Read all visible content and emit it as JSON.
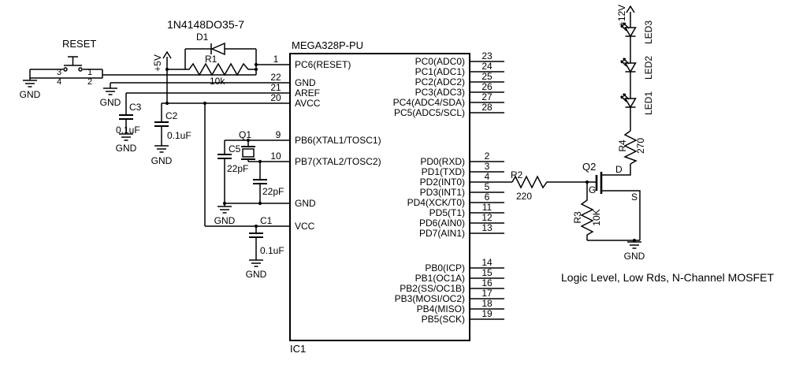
{
  "ic": {
    "title": "MEGA328P-PU",
    "designator": "IC1",
    "left_pins": [
      {
        "num": "1",
        "label": "PC6(RESET)"
      },
      {
        "num": "22",
        "label": "GND"
      },
      {
        "num": "21",
        "label": "AREF"
      },
      {
        "num": "20",
        "label": "AVCC"
      },
      {
        "num": "9",
        "label": "PB6(XTAL1/TOSC1)"
      },
      {
        "num": "10",
        "label": "PB7(XTAL2/TOSC2)"
      },
      {
        "num": "",
        "label": "GND"
      },
      {
        "num": "",
        "label": "VCC"
      }
    ],
    "right_pins": [
      {
        "num": "23",
        "label": "PC0(ADC0)"
      },
      {
        "num": "24",
        "label": "PC1(ADC1)"
      },
      {
        "num": "25",
        "label": "PC2(ADC2)"
      },
      {
        "num": "26",
        "label": "PC3(ADC3)"
      },
      {
        "num": "27",
        "label": "PC4(ADC4/SDA)"
      },
      {
        "num": "28",
        "label": "PC5(ADC5/SCL)"
      },
      {
        "num": "2",
        "label": "PD0(RXD)"
      },
      {
        "num": "3",
        "label": "PD1(TXD)"
      },
      {
        "num": "4",
        "label": "PD2(INT0)"
      },
      {
        "num": "5",
        "label": "PD3(INT1)"
      },
      {
        "num": "6",
        "label": "PD4(XCK/T0)"
      },
      {
        "num": "11",
        "label": "PD5(T1)"
      },
      {
        "num": "12",
        "label": "PD6(AIN0)"
      },
      {
        "num": "13",
        "label": "PD7(AIN1)"
      },
      {
        "num": "14",
        "label": "PB0(ICP)"
      },
      {
        "num": "15",
        "label": "PB1(OC1A)"
      },
      {
        "num": "16",
        "label": "PB2(SS/OC1B)"
      },
      {
        "num": "17",
        "label": "PB3(MOSI/OC2)"
      },
      {
        "num": "18",
        "label": "PB4(MISO)"
      },
      {
        "num": "19",
        "label": "PB5(SCK)"
      }
    ]
  },
  "reset": {
    "label": "RESET",
    "pin1": "1",
    "pin2": "2",
    "pin3": "3",
    "pin4": "4"
  },
  "d1": {
    "designator": "D1",
    "part": "1N4148DO35-7"
  },
  "r1": {
    "designator": "R1",
    "value": "10k"
  },
  "r2": {
    "designator": "R2",
    "value": "220"
  },
  "r3": {
    "designator": "R3",
    "value": "10K"
  },
  "r4": {
    "designator": "R4",
    "value": "270"
  },
  "c1": {
    "designator": "C1",
    "value": "0.1uF"
  },
  "c2": {
    "designator": "C2",
    "value": "0.1uF"
  },
  "c3": {
    "designator": "C3",
    "value": "0.1uF"
  },
  "c4": {
    "value": "22pF"
  },
  "c5": {
    "designator": "C5",
    "value": "22pF"
  },
  "q1": {
    "designator": "Q1"
  },
  "q2": {
    "designator": "Q2",
    "gate": "G",
    "drain": "D",
    "source": "S"
  },
  "leds": {
    "led1": "LED1",
    "led2": "LED2",
    "led3": "LED3"
  },
  "power": {
    "v5": "+5V",
    "v12": "+12V",
    "gnd": "GND"
  },
  "note": "Logic Level, Low Rds, N-Channel MOSFET",
  "colors": {
    "ink": "#000000",
    "background": "#ffffff"
  }
}
